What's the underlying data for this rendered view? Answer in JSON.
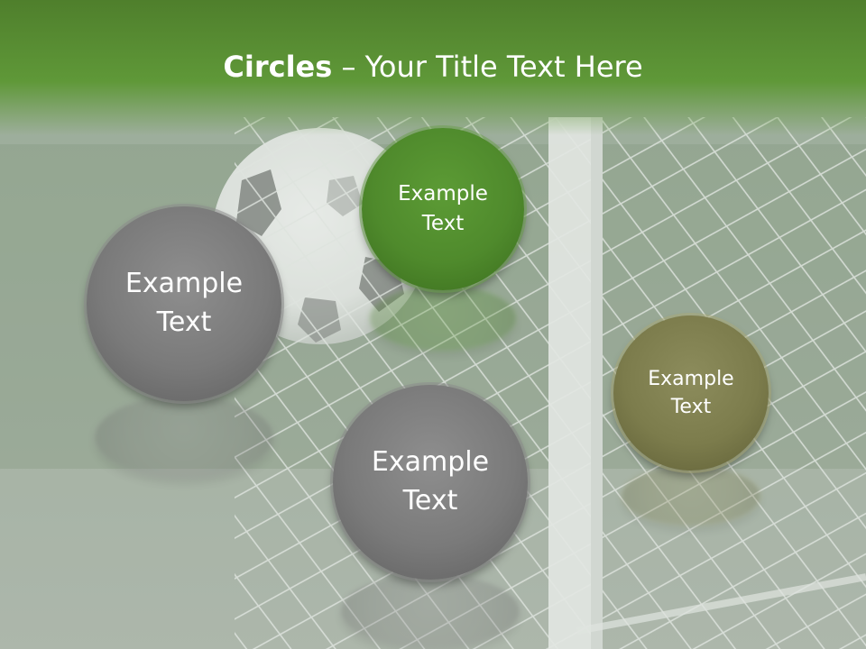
{
  "slide": {
    "title_bold": "Circles",
    "title_rest": " – Your Title Text Here"
  },
  "circles": [
    {
      "label_line1": "Example",
      "label_line2": "Text",
      "color": "#7a7a7a"
    },
    {
      "label_line1": "Example",
      "label_line2": "Text",
      "color": "#4f8a2c"
    },
    {
      "label_line1": "Example",
      "label_line2": "Text",
      "color": "#7a7a7a"
    },
    {
      "label_line1": "Example",
      "label_line2": "Text",
      "color": "#7c7c4c"
    }
  ],
  "colors": {
    "title_band": "#5a922f",
    "background": "#a4b0a4"
  }
}
